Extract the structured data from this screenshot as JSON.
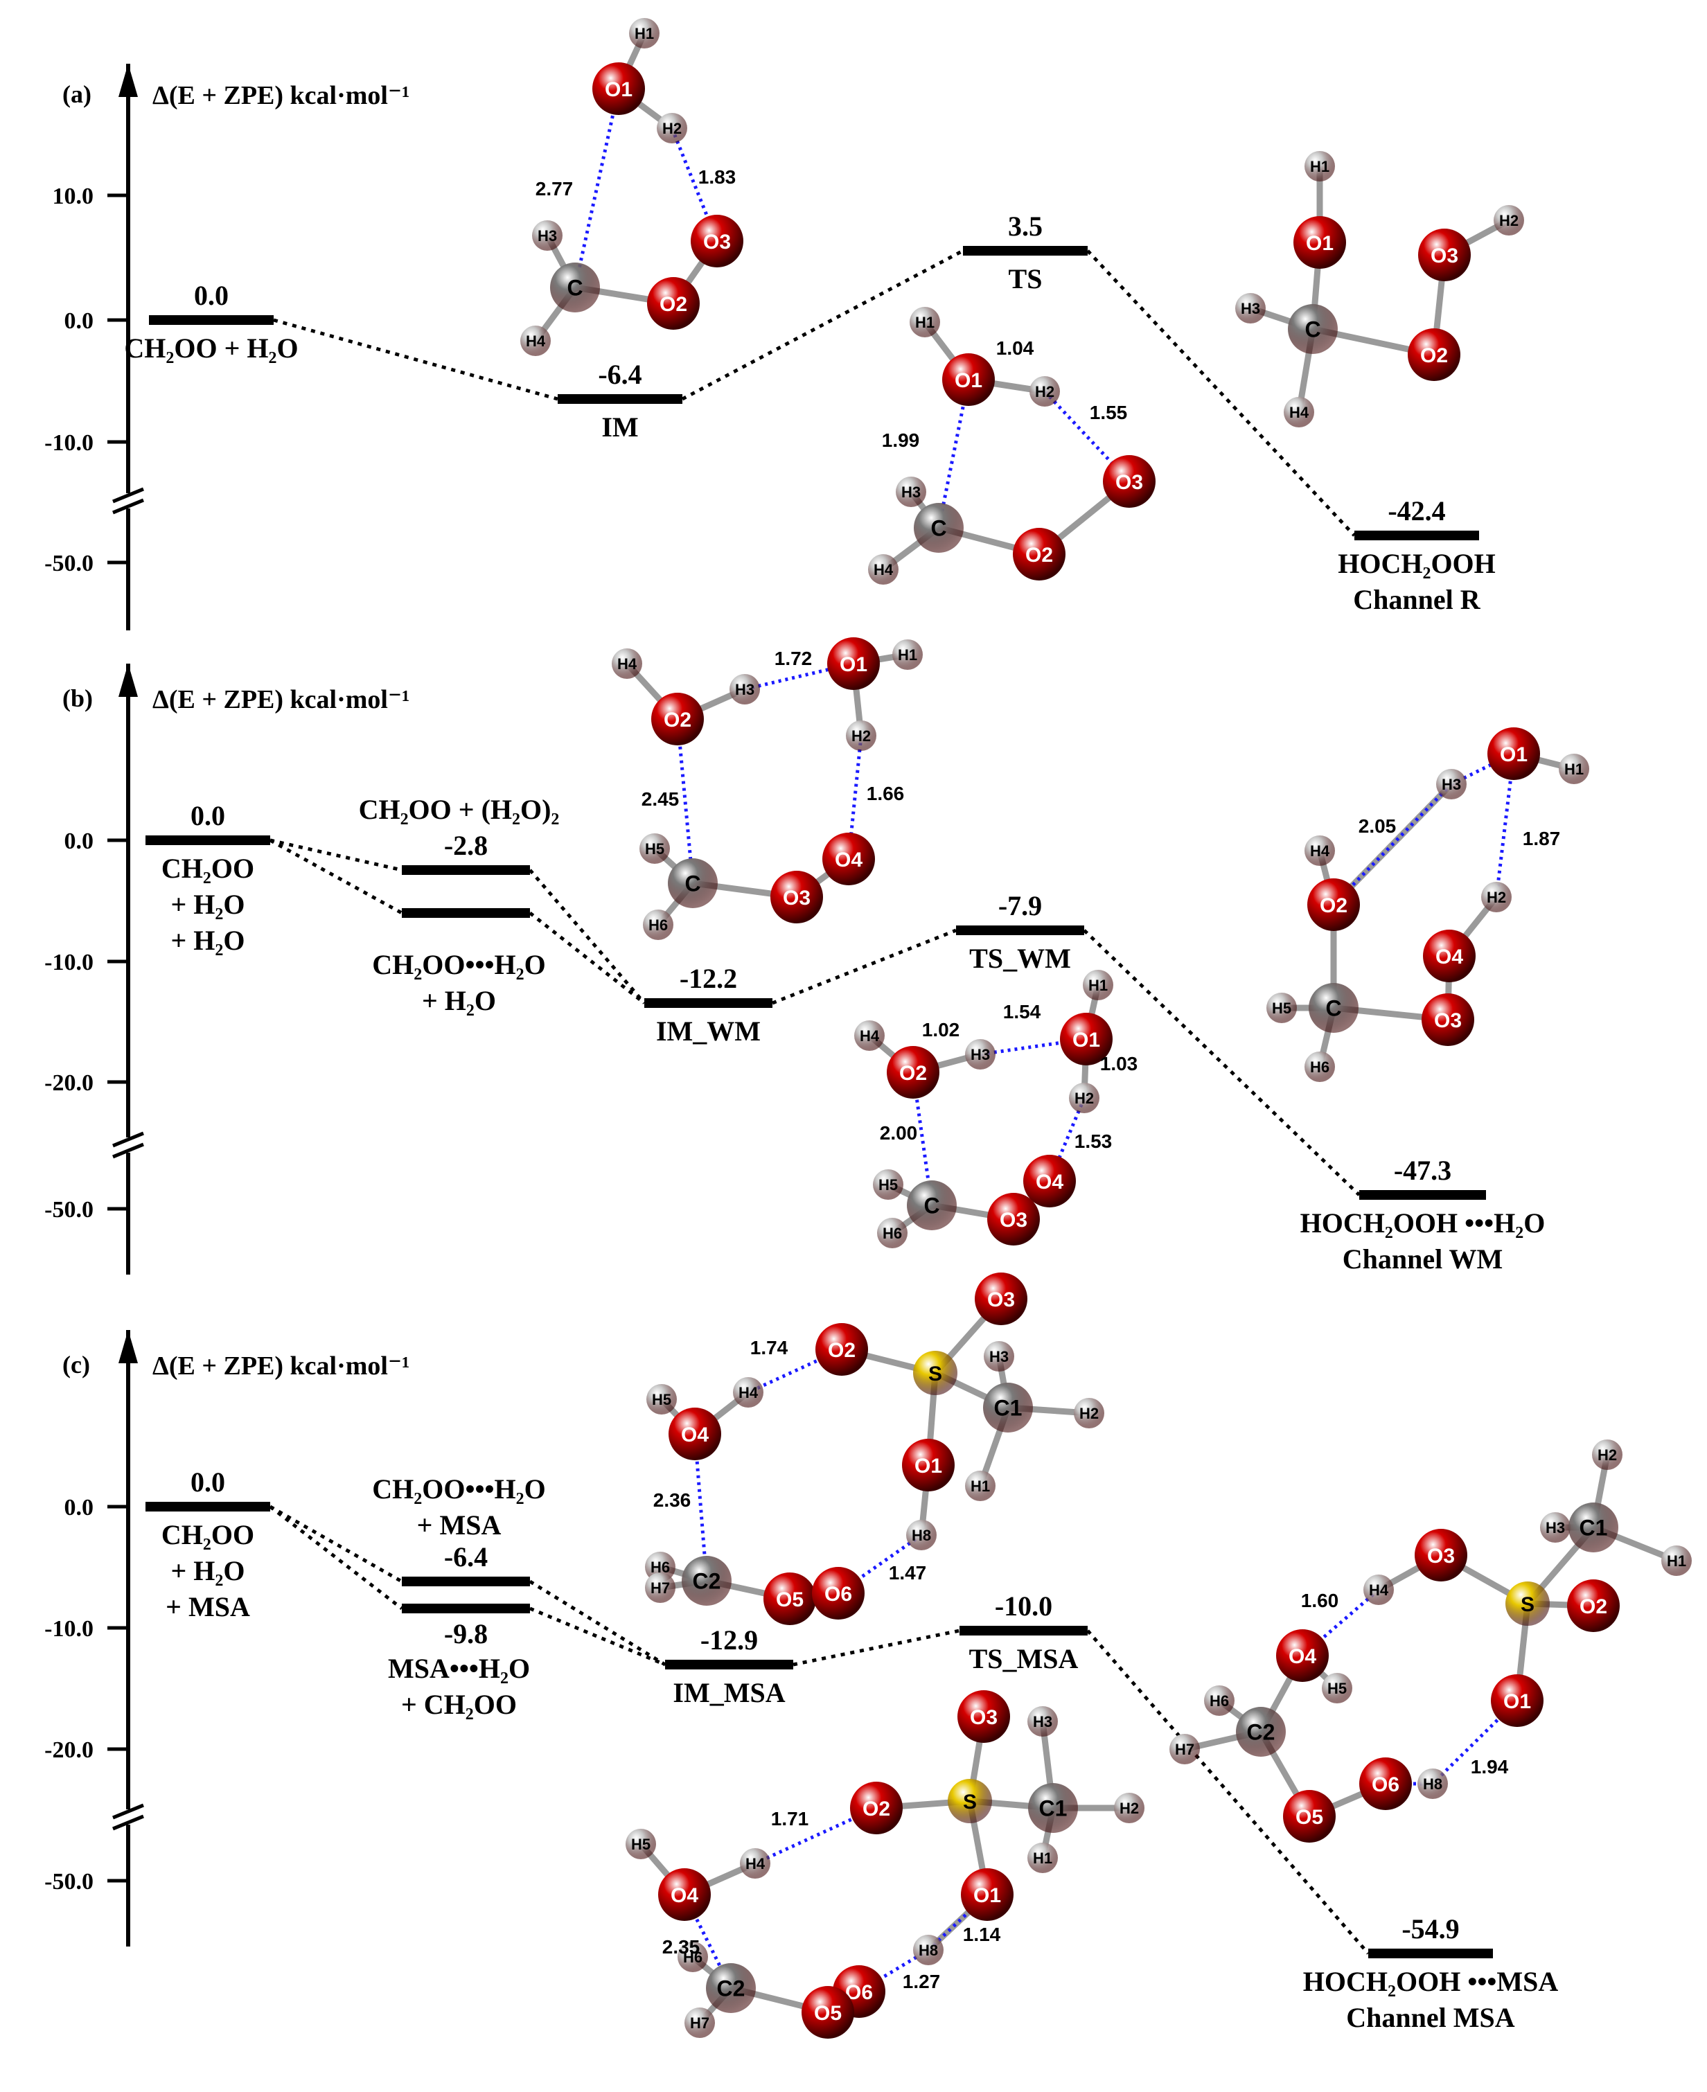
{
  "colors": {
    "axis": "#000000",
    "level": "#000000",
    "connector": "#000000",
    "hbond": "#1a1aff",
    "O_atom": "#d40000",
    "C_atom": "#7a7a7a",
    "H_atom": "#c8c8c8",
    "S_atom": "#e8c800"
  },
  "chart_data": [
    {
      "type": "energy-diagram",
      "panel": "(a)",
      "ylabel": "Δ(E + ZPE) kcal·mol⁻¹",
      "ticks": [
        "10.0",
        "0.0",
        "-10.0",
        "-50.0"
      ],
      "axis_break": true,
      "levels": [
        {
          "energy": 0.0,
          "value_label": "0.0",
          "names": [
            "CH₂OO + H₂O"
          ]
        },
        {
          "energy": -6.4,
          "value_label": "-6.4",
          "names": [
            "IM"
          ]
        },
        {
          "energy": 3.5,
          "value_label": "3.5",
          "names": [
            "TS"
          ]
        },
        {
          "energy": -42.4,
          "value_label": "-42.4",
          "names": [
            "HOCH₂OOH",
            "Channel R"
          ]
        }
      ],
      "bond_lengths": {
        "IM": [
          "2.77",
          "1.83"
        ],
        "TS": [
          "1.04",
          "1.55",
          "1.99"
        ]
      },
      "atom_labels": {
        "IM": [
          "H1",
          "O1",
          "H2",
          "O3",
          "O2",
          "C",
          "H3",
          "H4"
        ],
        "TS": [
          "H1",
          "O1",
          "H2",
          "O3",
          "O2",
          "C",
          "H3",
          "H4"
        ],
        "product": [
          "H1",
          "O1",
          "O3",
          "H2",
          "O2",
          "C",
          "H3",
          "H4"
        ]
      }
    },
    {
      "type": "energy-diagram",
      "panel": "(b)",
      "ylabel": "Δ(E + ZPE) kcal·mol⁻¹",
      "ticks": [
        "0.0",
        "-10.0",
        "-20.0",
        "-50.0"
      ],
      "axis_break": true,
      "levels": [
        {
          "energy": 0.0,
          "value_label": "0.0",
          "names": [
            "CH₂OO",
            "+ H₂O",
            "+ H₂O"
          ]
        },
        {
          "energy": -2.8,
          "value_label": "-2.8",
          "names": [
            "CH₂OO + (H₂O)₂"
          ]
        },
        {
          "energy": -6.4,
          "value_label": "-6.4",
          "names": [
            "CH₂OO•••H₂O",
            "+ H₂O"
          ]
        },
        {
          "energy": -12.2,
          "value_label": "-12.2",
          "names": [
            "IM_WM"
          ]
        },
        {
          "energy": -7.9,
          "value_label": "-7.9",
          "names": [
            "TS_WM"
          ]
        },
        {
          "energy": -47.3,
          "value_label": "-47.3",
          "names": [
            "HOCH₂OOH •••H₂O",
            "Channel  WM"
          ]
        }
      ],
      "bond_lengths": {
        "IM_WM": [
          "1.72",
          "2.45",
          "1.66"
        ],
        "TS_WM": [
          "1.02",
          "1.54",
          "1.03",
          "2.00",
          "1.53"
        ],
        "product": [
          "2.05",
          "1.87"
        ]
      },
      "atom_labels": {
        "IM_WM": [
          "H4",
          "O2",
          "H3",
          "O1",
          "H1",
          "H2",
          "O4",
          "O3",
          "C",
          "H5",
          "H6"
        ],
        "TS_WM": [
          "H4",
          "O2",
          "H3",
          "O1",
          "H1",
          "H2",
          "O4",
          "O3",
          "C",
          "H5",
          "H6"
        ],
        "product": [
          "H3",
          "O1",
          "H1",
          "H4",
          "O2",
          "H2",
          "O4",
          "C",
          "O3",
          "H5",
          "H6"
        ]
      }
    },
    {
      "type": "energy-diagram",
      "panel": "(c)",
      "ylabel": "Δ(E + ZPE) kcal·mol⁻¹",
      "ticks": [
        "0.0",
        "-10.0",
        "-20.0",
        "-50.0"
      ],
      "axis_break": true,
      "levels": [
        {
          "energy": 0.0,
          "value_label": "0.0",
          "names": [
            "CH₂OO",
            "+ H₂O",
            "+ MSA"
          ]
        },
        {
          "energy": -6.4,
          "value_label": "-6.4",
          "names": [
            "CH₂OO•••H₂O",
            "+ MSA"
          ]
        },
        {
          "energy": -9.8,
          "value_label": "-9.8",
          "names": [
            "MSA•••H₂O",
            "+ CH₂OO"
          ]
        },
        {
          "energy": -12.9,
          "value_label": "-12.9",
          "names": [
            "IM_MSA"
          ]
        },
        {
          "energy": -10.0,
          "value_label": "-10.0",
          "names": [
            "TS_MSA"
          ]
        },
        {
          "energy": -54.9,
          "value_label": "-54.9",
          "names": [
            "HOCH₂OOH •••MSA",
            "Channel  MSA"
          ]
        }
      ],
      "bond_lengths": {
        "IM_MSA": [
          "1.74",
          "2.36",
          "1.47"
        ],
        "TS_MSA": [
          "1.71",
          "2.35",
          "1.14",
          "1.27"
        ],
        "product": [
          "1.60",
          "1.94"
        ]
      },
      "atom_labels": {
        "IM_MSA": [
          "O3",
          "O2",
          "S",
          "H3",
          "C1",
          "H2",
          "H5",
          "H4",
          "O4",
          "O1",
          "H1",
          "H8",
          "H6",
          "H7",
          "C2",
          "O5",
          "O6"
        ],
        "TS_MSA": [
          "O3",
          "H3",
          "O2",
          "S",
          "C1",
          "H2",
          "H5",
          "H4",
          "O4",
          "H1",
          "O1",
          "H8",
          "O6",
          "H6",
          "C2",
          "O5",
          "H7"
        ],
        "product": [
          "H2",
          "H3",
          "C1",
          "H1",
          "O3",
          "H4",
          "S",
          "O2",
          "O4",
          "H5",
          "H6",
          "C2",
          "H7",
          "O1",
          "O6",
          "H8",
          "O5"
        ]
      }
    }
  ]
}
